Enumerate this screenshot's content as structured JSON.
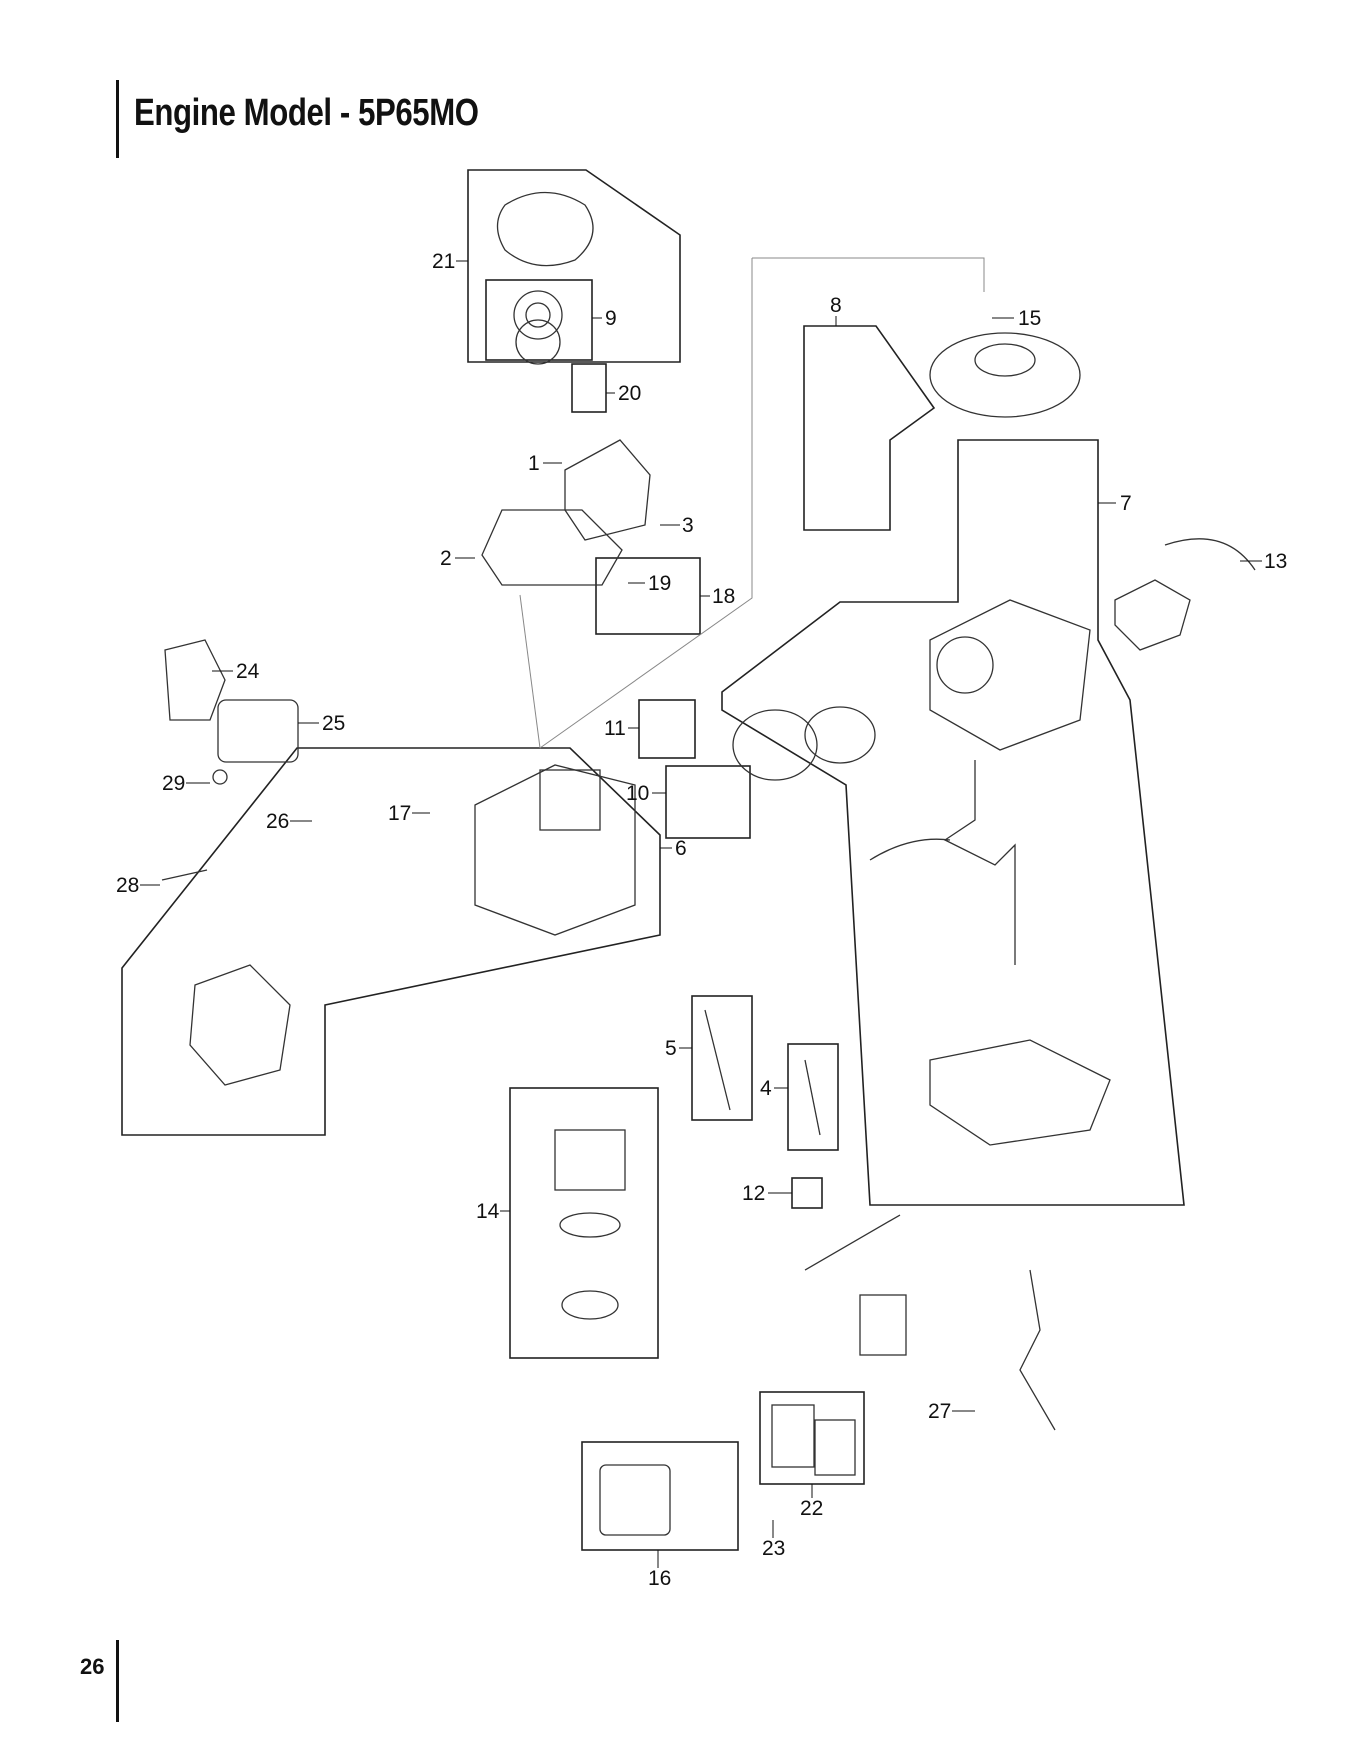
{
  "page": {
    "title": "Engine Model - 5P65MO",
    "page_number": "26"
  },
  "callouts": [
    {
      "id": "c1",
      "label": "1"
    },
    {
      "id": "c2",
      "label": "2"
    },
    {
      "id": "c3",
      "label": "3"
    },
    {
      "id": "c4",
      "label": "4"
    },
    {
      "id": "c5",
      "label": "5"
    },
    {
      "id": "c6",
      "label": "6"
    },
    {
      "id": "c7",
      "label": "7"
    },
    {
      "id": "c8",
      "label": "8"
    },
    {
      "id": "c9",
      "label": "9"
    },
    {
      "id": "c10",
      "label": "10"
    },
    {
      "id": "c11",
      "label": "11"
    },
    {
      "id": "c12",
      "label": "12"
    },
    {
      "id": "c13",
      "label": "13"
    },
    {
      "id": "c14",
      "label": "14"
    },
    {
      "id": "c15",
      "label": "15"
    },
    {
      "id": "c16",
      "label": "16"
    },
    {
      "id": "c17",
      "label": "17"
    },
    {
      "id": "c18",
      "label": "18"
    },
    {
      "id": "c19",
      "label": "19"
    },
    {
      "id": "c20",
      "label": "20"
    },
    {
      "id": "c21",
      "label": "21"
    },
    {
      "id": "c22",
      "label": "22"
    },
    {
      "id": "c23",
      "label": "23"
    },
    {
      "id": "c24",
      "label": "24"
    },
    {
      "id": "c25",
      "label": "25"
    },
    {
      "id": "c26",
      "label": "26"
    },
    {
      "id": "c27",
      "label": "27"
    },
    {
      "id": "c28",
      "label": "28"
    },
    {
      "id": "c29",
      "label": "29"
    }
  ]
}
